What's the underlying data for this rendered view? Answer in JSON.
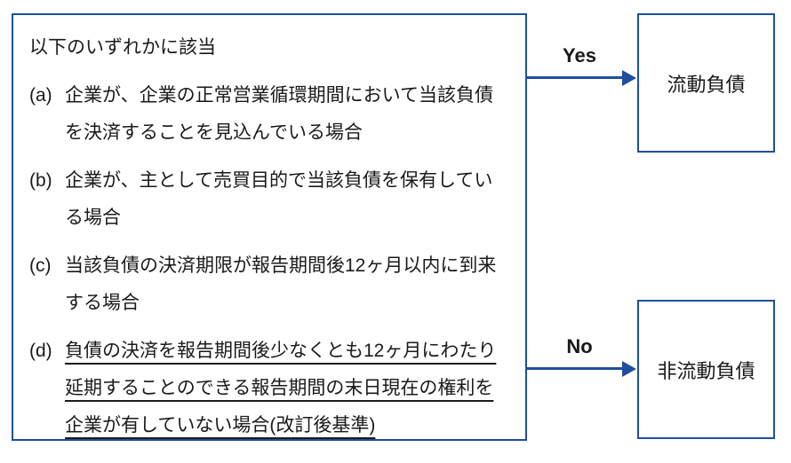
{
  "diagram": {
    "colors": {
      "line_blue": "#1f4e9f",
      "text_black": "#1a1a1a",
      "background": "#ffffff"
    },
    "decision_box": {
      "title": "以下のいずれかに該当",
      "items": [
        {
          "marker": "(a)",
          "text": "企業が、企業の正常営業循環期間において当該負債を決済することを見込んでいる場合",
          "underlined": false
        },
        {
          "marker": "(b)",
          "text": "企業が、主として売買目的で当該負債を保有している場合",
          "underlined": false
        },
        {
          "marker": "(c)",
          "text": "当該負債の決済期限が報告期間後12ヶ月以内に到来する場合",
          "underlined": false
        },
        {
          "marker": "(d)",
          "text": "負債の決済を報告期間後少なくとも12ヶ月にわたり延期することのできる報告期間の末日現在の権利を企業が有していない場合(改訂後基準)",
          "underlined": true
        }
      ]
    },
    "branches": [
      {
        "label": "Yes",
        "target": "流動負債"
      },
      {
        "label": "No",
        "target": "非流動負債"
      }
    ]
  }
}
